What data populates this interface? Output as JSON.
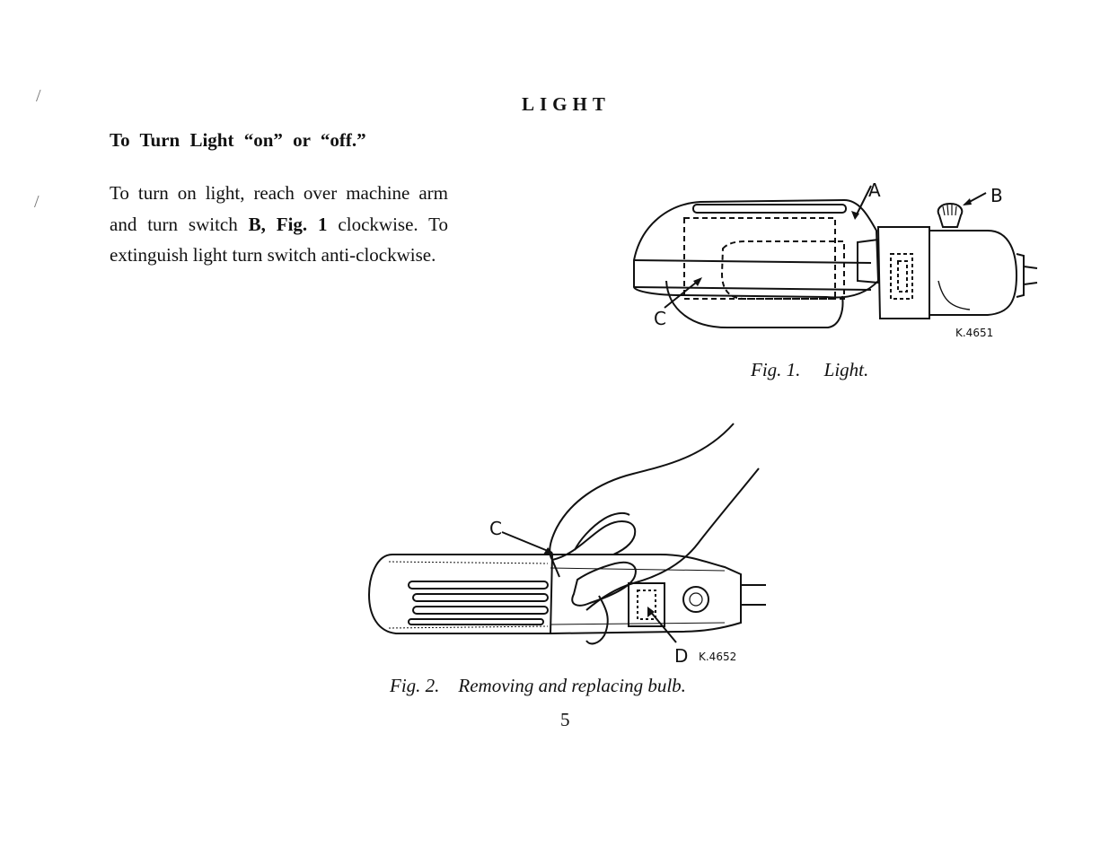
{
  "page": {
    "heading": "LIGHT",
    "section_heading": "To Turn Light “on” or “off.”",
    "instructions": {
      "part1": "To turn on light, reach over machine arm and turn switch ",
      "bold_ref": "B, Fig. 1",
      "part2": " clockwise.  To extinguish light turn switch anti-clockwise."
    },
    "figure1": {
      "caption": "Fig. 1.     Light.",
      "labels": {
        "a": "A",
        "b": "B",
        "c": "C"
      },
      "code": "K.4651"
    },
    "figure2": {
      "caption": "Fig. 2.    Removing and replacing bulb.",
      "labels": {
        "c": "C",
        "d": "D"
      },
      "code": "K.4652"
    },
    "page_number": "5"
  }
}
